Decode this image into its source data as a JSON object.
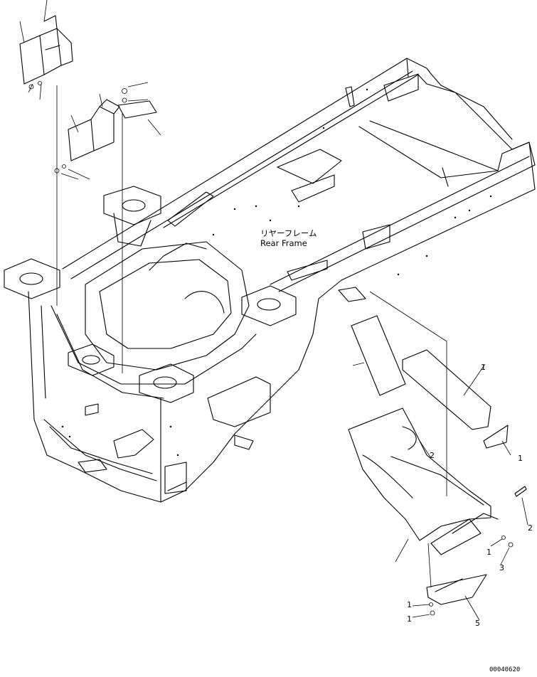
{
  "diagram": {
    "title_jp": "リヤーフレーム",
    "title_en": "Rear Frame",
    "drawing_number": "00040620",
    "callouts": {
      "c1": "1",
      "c2": "1",
      "c3": "2",
      "c4": "2",
      "c5": "1",
      "c6": "3",
      "c7": "1",
      "c8": "1",
      "c9": "5"
    }
  }
}
